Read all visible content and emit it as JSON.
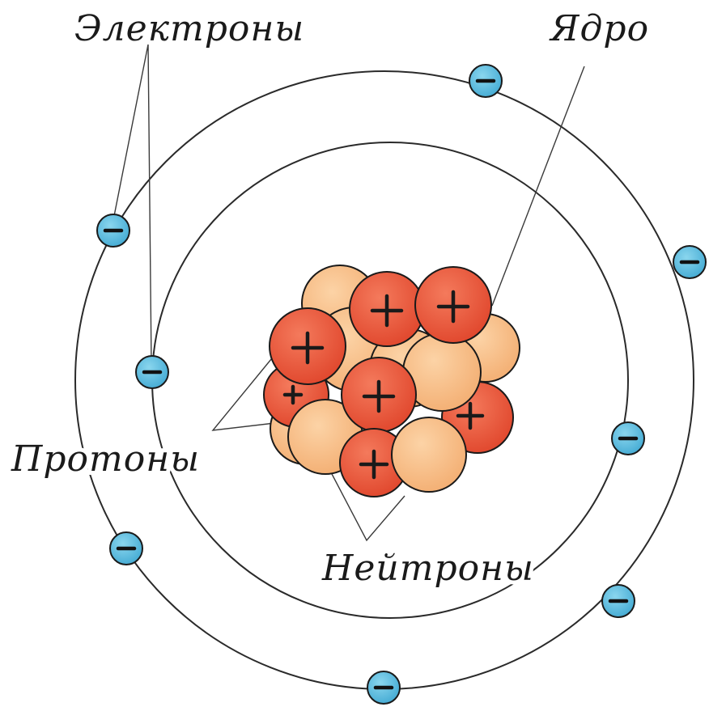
{
  "labels": {
    "electrons": "Электроны",
    "nucleus": "Ядро",
    "protons": "Протоны",
    "neutrons": "Нейтроны"
  },
  "icons": {
    "electron": "minus-sign",
    "proton": "plus-sign"
  },
  "colors": {
    "proton": "#e8553a",
    "neutron": "#f7bd85",
    "electron": "#5cbfe0",
    "outline": "#1a1a1a"
  }
}
